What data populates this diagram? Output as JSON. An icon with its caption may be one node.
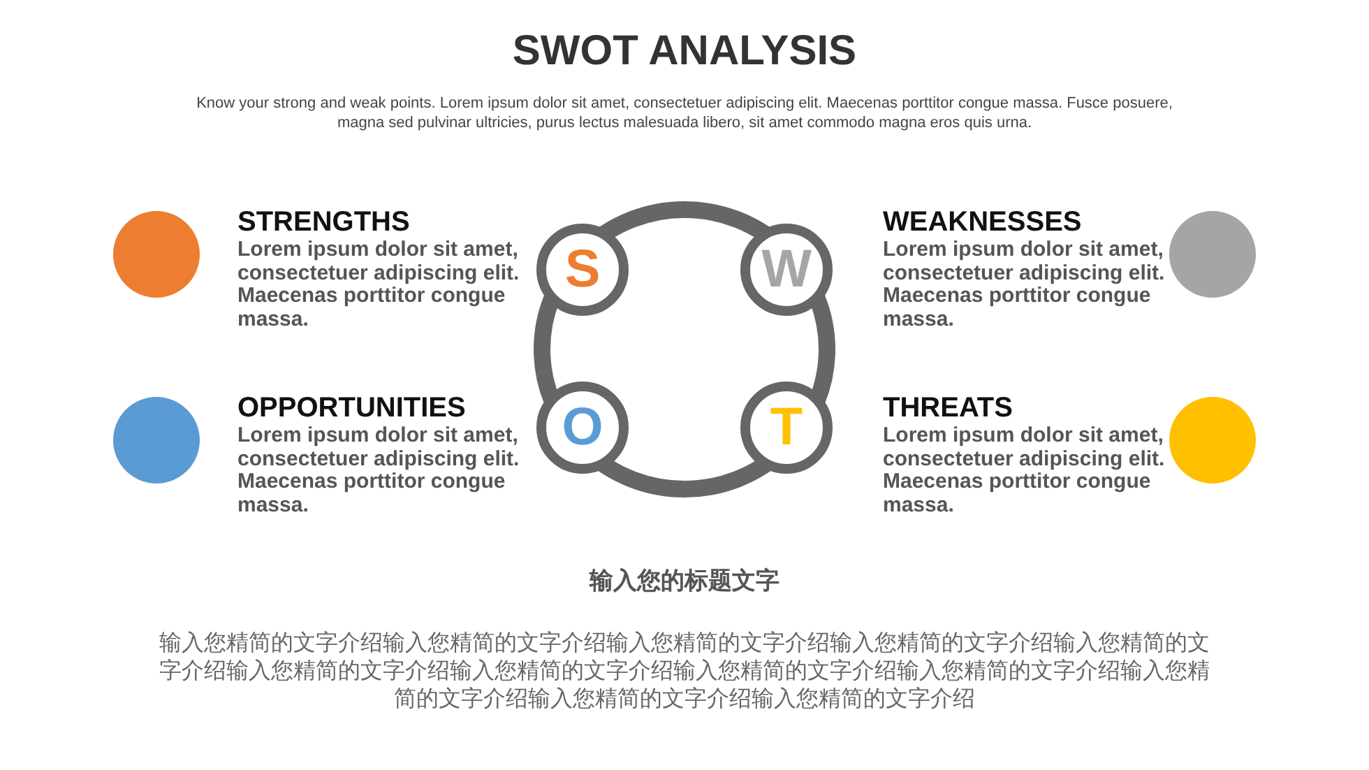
{
  "diagram": {
    "title": "SWOT ANALYSIS",
    "nodes": [
      {
        "text": [],
        "shape": "circle",
        "beside": [
          "STRENGTHS",
          "Lorem ipsum dolor sit amet, consectetuer adipiscing elit. Maecenas porttitor congue massa."
        ]
      },
      {
        "text": [
          "S"
        ]
      },
      {
        "text": [
          "W"
        ]
      },
      {
        "text": [],
        "shape": "circle",
        "beside": [
          "WEAKNESSES",
          "Lorem ipsum dolor sit amet, consectetuer adipiscing elit. Maecenas porttitor congue massa."
        ]
      },
      {
        "text": [],
        "shape": "circle",
        "beside": [
          "OPPORTUNITIES",
          "Lorem ipsum dolor sit amet, consectetuer adipiscing elit. Maecenas porttitor congue massa."
        ]
      },
      {
        "text": [
          "O"
        ]
      },
      {
        "text": [
          "T"
        ]
      },
      {
        "text": [],
        "shape": "circle",
        "beside": [
          "THREATS",
          "Lorem ipsum dolor sit amet, consectetuer adipiscing elit. Maecenas porttitor congue massa."
        ]
      }
    ],
    "labels": [
      "Know your strong and weak points. Lorem ipsum dolor sit amet, consectetuer adipiscing elit. Maecenas porttitor congue massa. Fusce posuere, magna sed pulvinar ultricies, purus lectus malesuada libero, sit amet commodo magna eros quis urna.",
      "输入您的标题文字",
      "输入您精简的文字介绍输入您精简的文字介绍输入您精简的文字介绍输入您精简的文字介绍输入您精简的文字介绍输入您精简的文字介绍输入您精简的文字介绍输入您精简的文字介绍输入您精简的文字介绍输入您精简的文字介绍输入您精简的文字介绍输入您精简的文字介绍"
    ]
  }
}
